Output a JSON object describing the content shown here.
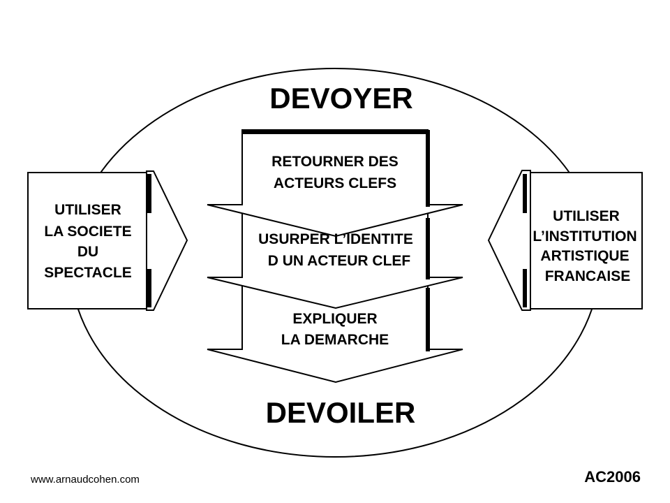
{
  "top_title": "DEVOYER",
  "bottom_title": "DEVOILER",
  "center_steps": [
    {
      "lines": [
        "RETOURNER DES",
        "ACTEURS CLEFS"
      ]
    },
    {
      "lines": [
        "USURPER L’IDENTITE",
        "D UN ACTEUR CLEF"
      ]
    },
    {
      "lines": [
        "EXPLIQUER",
        "LA DEMARCHE"
      ]
    }
  ],
  "left_arrow": {
    "lines": [
      "UTILISER",
      "LA SOCIETE",
      "DU",
      "SPECTACLE"
    ]
  },
  "right_arrow": {
    "lines": [
      "UTILISER",
      "L’INSTITUTION",
      "ARTISTIQUE",
      "FRANCAISE"
    ]
  },
  "footer": {
    "website": "www.arnaudcohen.com",
    "code": "AC2006"
  }
}
